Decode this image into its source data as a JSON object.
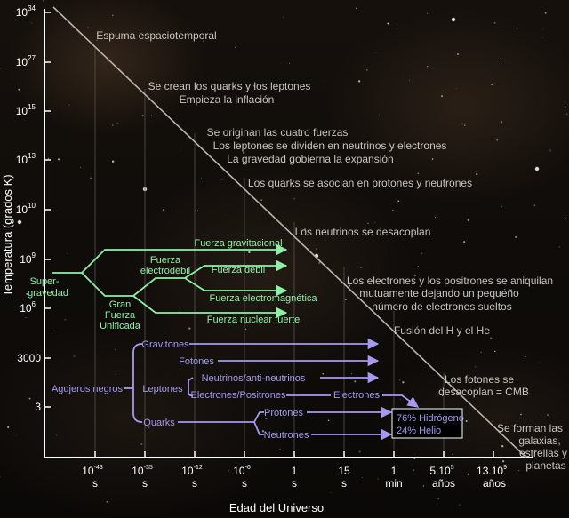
{
  "axes": {
    "y_title": "Temperatura (grados K)",
    "x_title": "Edad del Universo",
    "y_ticks": [
      {
        "base": "10",
        "exp": "34"
      },
      {
        "base": "10",
        "exp": "27"
      },
      {
        "base": "10",
        "exp": "15"
      },
      {
        "base": "10",
        "exp": "13"
      },
      {
        "base": "10",
        "exp": "10"
      },
      {
        "base": "10",
        "exp": "9"
      },
      {
        "base": "10",
        "exp": "6"
      },
      {
        "base": "3000",
        "exp": ""
      },
      {
        "base": "3",
        "exp": ""
      }
    ],
    "x_ticks": [
      {
        "top": "10",
        "exp": "-43",
        "bottom": "s"
      },
      {
        "top": "10",
        "exp": "-35",
        "bottom": "s"
      },
      {
        "top": "10",
        "exp": "-12",
        "bottom": "s"
      },
      {
        "top": "10",
        "exp": "-6",
        "bottom": "s"
      },
      {
        "top": "1",
        "exp": "",
        "bottom": "s"
      },
      {
        "top": "15",
        "exp": "",
        "bottom": "s"
      },
      {
        "top": "1",
        "exp": "",
        "bottom": "min"
      },
      {
        "top": "5.10",
        "exp": "5",
        "bottom": "años"
      },
      {
        "top": "13.10",
        "exp": "9",
        "bottom": "años"
      }
    ]
  },
  "events": [
    {
      "text": "Espuma espaciotemporal"
    },
    {
      "text": "Se crean los quarks y los leptones"
    },
    {
      "text": "Empieza la inflación"
    },
    {
      "text": "Se originan las cuatro fuerzas"
    },
    {
      "text": "Los leptones se dividen en neutrinos y electrones"
    },
    {
      "text": "La gravedad gobierna la expansión"
    },
    {
      "text": "Los quarks se asocian en protones y neutrones"
    },
    {
      "text": "Los neutrinos se desacoplan"
    },
    {
      "text": "Los electrones y los positrones se aniquilan"
    },
    {
      "text": "mutuamente dejando un pequeño"
    },
    {
      "text": "número de electrones sueltos"
    },
    {
      "text": "Fusión del H y el He"
    },
    {
      "text": "Los fotones se"
    },
    {
      "text": "desacoplan = CMB"
    },
    {
      "text": "Se forman las"
    },
    {
      "text": "galaxias,"
    },
    {
      "text": "estrellas y"
    },
    {
      "text": "planetas"
    }
  ],
  "forces": {
    "color": "#8ef0a6",
    "labels": [
      {
        "text": "Super-"
      },
      {
        "text": "gravedad"
      },
      {
        "text": "Fuerza gravitacional"
      },
      {
        "text": "Fuerza"
      },
      {
        "text": "electrodébil"
      },
      {
        "text": "Fuerza débil"
      },
      {
        "text": "Gran"
      },
      {
        "text": "Fuerza"
      },
      {
        "text": "Unificada"
      },
      {
        "text": "Fuerza electromagnética"
      },
      {
        "text": "Fuerza nuclear fuerte"
      }
    ]
  },
  "particles": {
    "color": "#a59af0",
    "labels": [
      {
        "text": "Gravitones"
      },
      {
        "text": "Fotones"
      },
      {
        "text": "Agujeros negros"
      },
      {
        "text": "Leptones"
      },
      {
        "text": "Neutrinos/anti-neutrinos"
      },
      {
        "text": "Electrones/Positrones"
      },
      {
        "text": "Electrones"
      },
      {
        "text": "Quarks"
      },
      {
        "text": "Protones"
      },
      {
        "text": "Neutrones"
      }
    ]
  },
  "result_box": {
    "line1": "76% Hidrógeno",
    "line2": "24% Helio"
  }
}
